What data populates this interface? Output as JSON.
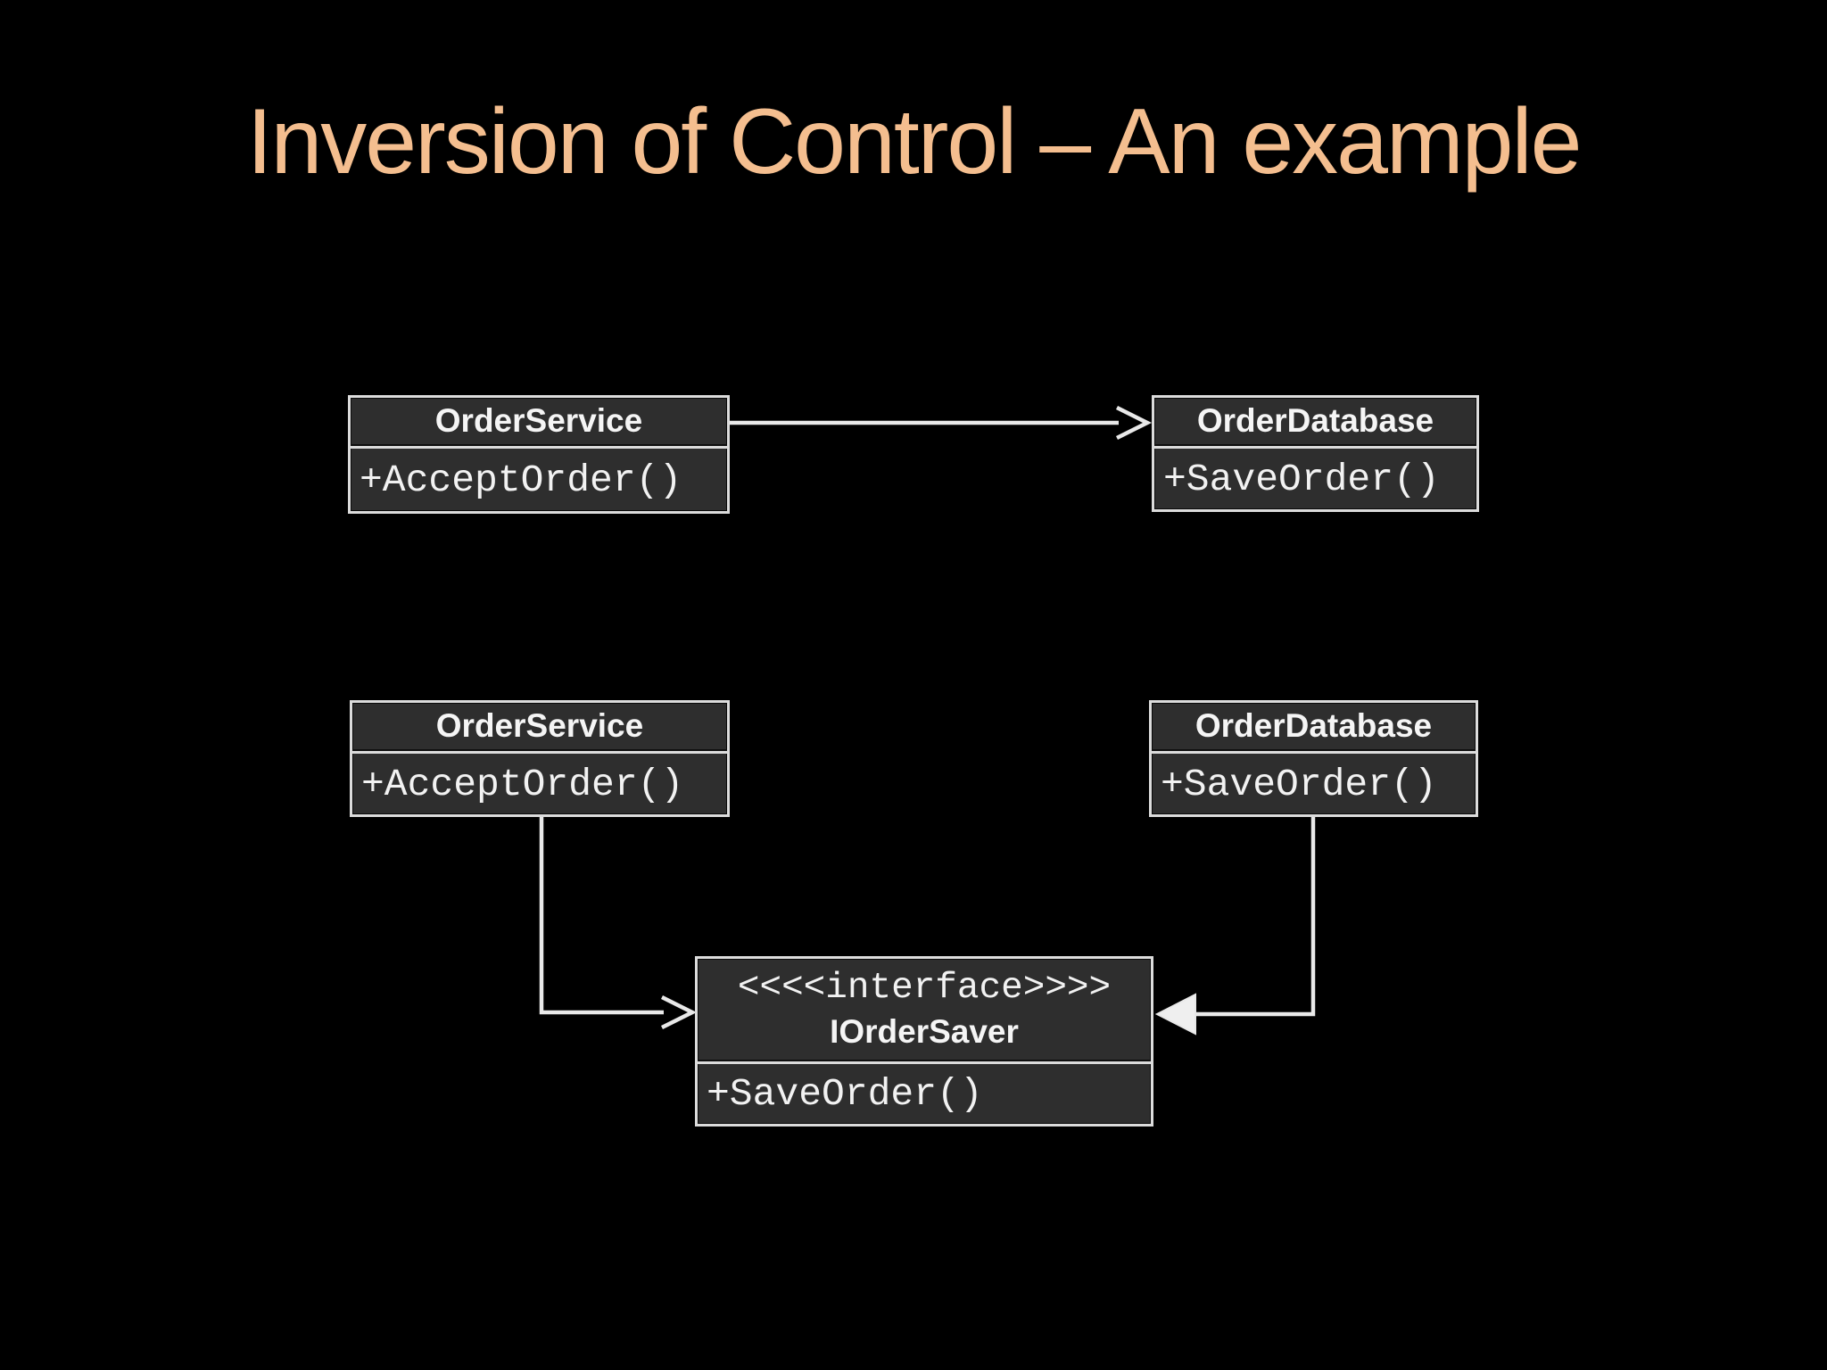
{
  "slide": {
    "title": "Inversion of Control – An example"
  },
  "colors": {
    "background": "#000000",
    "title_text": "#F4BE8F",
    "box_fill": "#2E2E2E",
    "box_border": "#DCDCDC",
    "box_text": "#F2F2F2",
    "connector": "#E9E9E9"
  },
  "classes": [
    {
      "name": "OrderService",
      "method": "+AcceptOrder()"
    },
    {
      "name": "OrderDatabase",
      "method": "+SaveOrder()"
    },
    {
      "name": "OrderService",
      "method": "+AcceptOrder()"
    },
    {
      "name": "OrderDatabase",
      "method": "+SaveOrder()"
    },
    {
      "stereotype": "<<<<interface>>>>",
      "name": "IOrderSaver",
      "method": "+SaveOrder()"
    }
  ]
}
